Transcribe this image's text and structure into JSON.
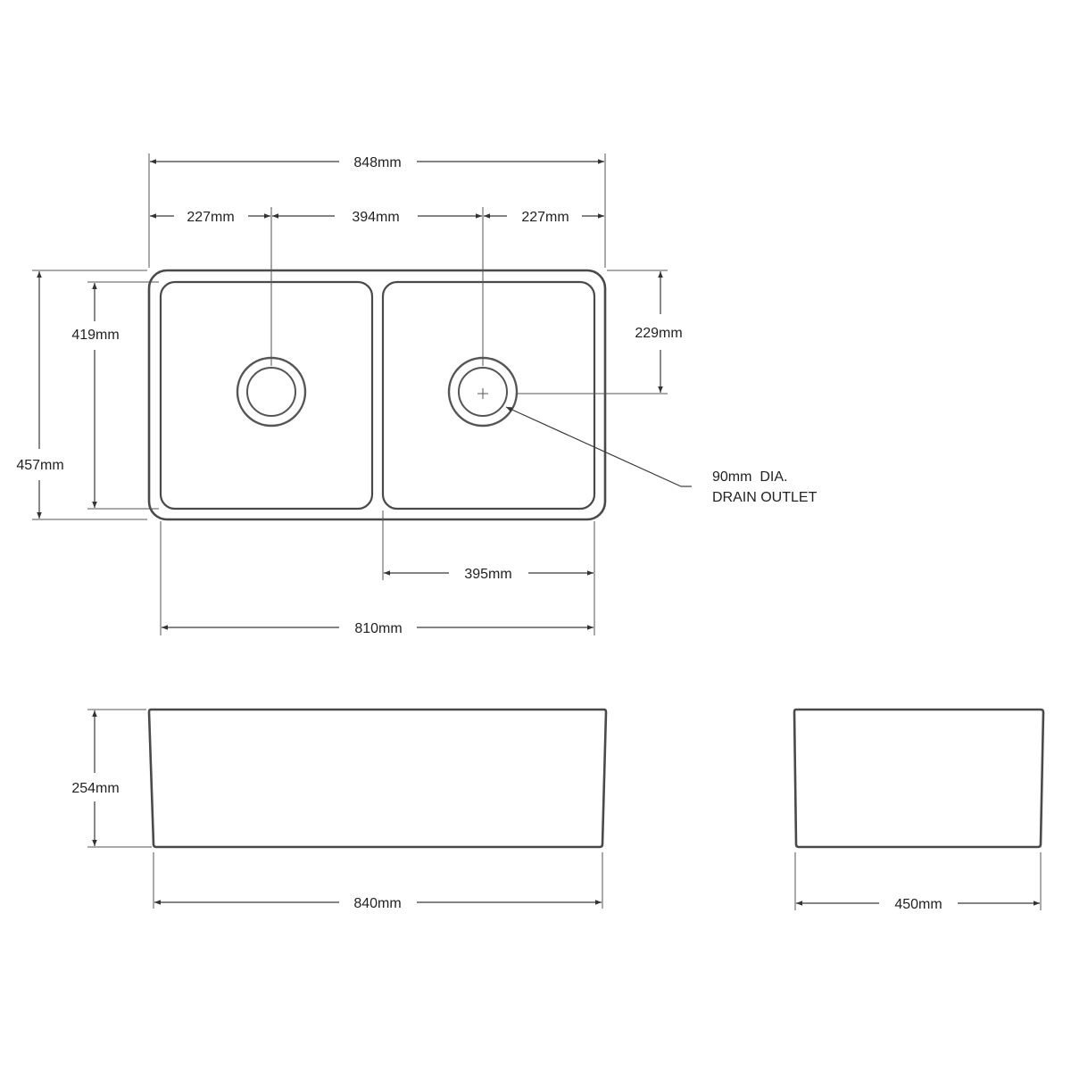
{
  "drawing": {
    "plan_view": {
      "overall_width": "848mm",
      "left_offset": "227mm",
      "drain_spacing": "394mm",
      "right_offset": "227mm",
      "overall_depth": "457mm",
      "bowl_depth": "419mm",
      "drain_from_back": "229mm",
      "right_bowl_width": "395mm",
      "base_width": "810mm",
      "drain_note_line1": "90mm  DIA.",
      "drain_note_line2": "DRAIN OUTLET"
    },
    "front_view": {
      "height": "254mm",
      "width": "840mm"
    },
    "side_view": {
      "width": "450mm"
    }
  }
}
